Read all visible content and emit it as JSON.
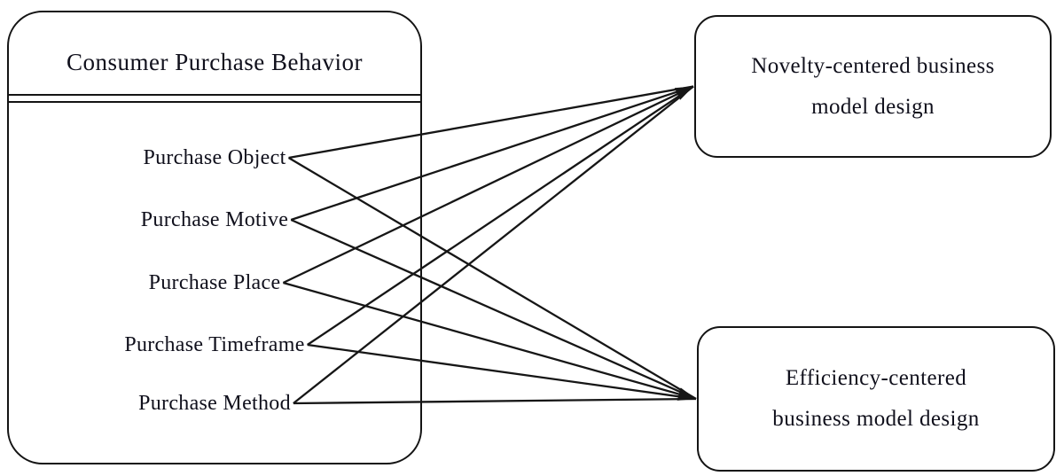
{
  "left_box": {
    "title": "Consumer Purchase Behavior",
    "items": [
      "Purchase Object",
      "Purchase Motive",
      "Purchase Place",
      "Purchase Timeframe",
      "Purchase Method"
    ]
  },
  "right_boxes": {
    "novelty": {
      "lines": [
        "Novelty-centered business",
        "model design"
      ]
    },
    "efficiency": {
      "lines": [
        "Efficiency-centered",
        "business model design"
      ]
    }
  },
  "connections": [
    {
      "from": 0,
      "to": "novelty"
    },
    {
      "from": 0,
      "to": "efficiency"
    },
    {
      "from": 1,
      "to": "novelty"
    },
    {
      "from": 1,
      "to": "efficiency"
    },
    {
      "from": 2,
      "to": "novelty"
    },
    {
      "from": 2,
      "to": "efficiency"
    },
    {
      "from": 3,
      "to": "novelty"
    },
    {
      "from": 3,
      "to": "efficiency"
    },
    {
      "from": 4,
      "to": "novelty"
    },
    {
      "from": 4,
      "to": "efficiency"
    }
  ],
  "colors": {
    "line": "#161616",
    "text": "#10101c",
    "background": "#ffffff"
  }
}
